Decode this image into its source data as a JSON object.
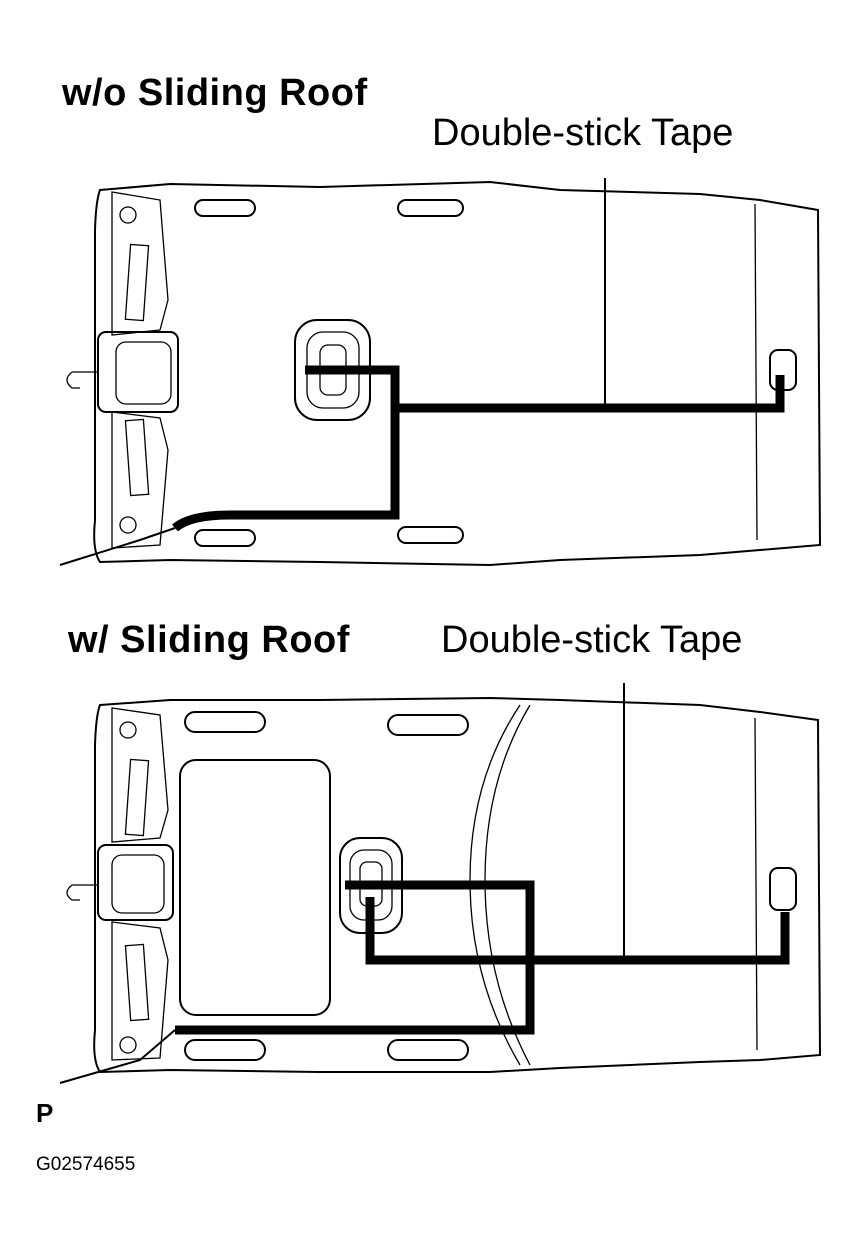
{
  "diagram1": {
    "title": "w/o Sliding Roof",
    "callout": "Double-stick Tape"
  },
  "diagram2": {
    "title": "w/ Sliding Roof",
    "callout": "Double-stick Tape"
  },
  "footer": {
    "letter": "P",
    "code": "G02574655"
  }
}
